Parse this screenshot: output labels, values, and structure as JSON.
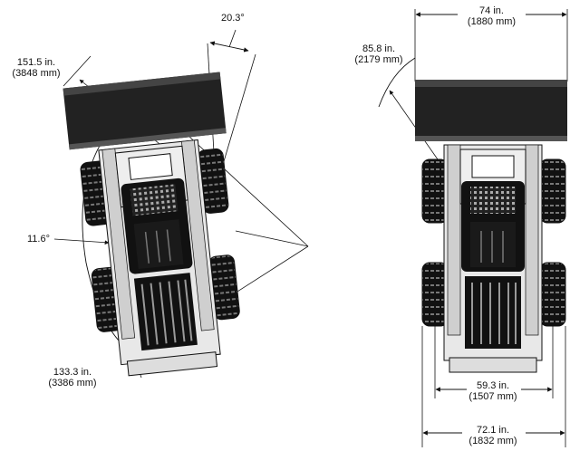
{
  "diagram": {
    "left_view": {
      "turn_diameter": {
        "line1": "151.5 in.",
        "line2": "(3848 mm)"
      },
      "turn_angle_outer": "20.3°",
      "turn_angle_inner": "11.6°",
      "clearance_circle": {
        "line1": "133.3 in.",
        "line2": "(3386 mm)"
      }
    },
    "right_view": {
      "bucket_width": {
        "line1": "74 in.",
        "line2": "(1880 mm)"
      },
      "dump_reach": {
        "line1": "85.8 in.",
        "line2": "(2179 mm)"
      },
      "tread_width": {
        "line1": "59.3 in.",
        "line2": "(1507 mm)"
      },
      "overall_width": {
        "line1": "72.1 in.",
        "line2": "(1832 mm)"
      }
    }
  }
}
